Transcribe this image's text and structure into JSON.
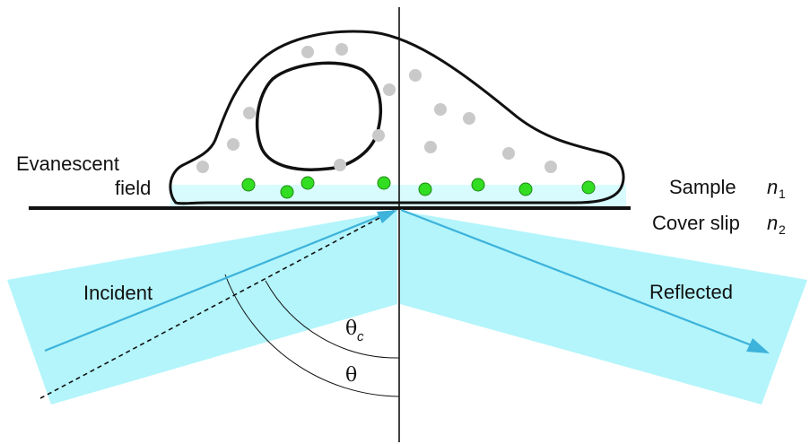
{
  "labels": {
    "evanescent_line1": "Evanescent",
    "evanescent_line2": "field",
    "sample": "Sample",
    "sample_index": "n",
    "sample_index_sub": "1",
    "cover_slip": "Cover slip",
    "cover_index": "n",
    "cover_index_sub": "2",
    "incident": "Incident",
    "reflected": "Reflected",
    "theta_c": "θ",
    "theta_c_sub": "c",
    "theta": "θ"
  },
  "colors": {
    "beam_fill": "#b3f5fb",
    "beam_arrow": "#3db2da",
    "line": "#111111",
    "vesicle": "#c9c9c9",
    "fluorophore": "#33dd22",
    "fluorophore_stroke": "#1a8a12"
  }
}
